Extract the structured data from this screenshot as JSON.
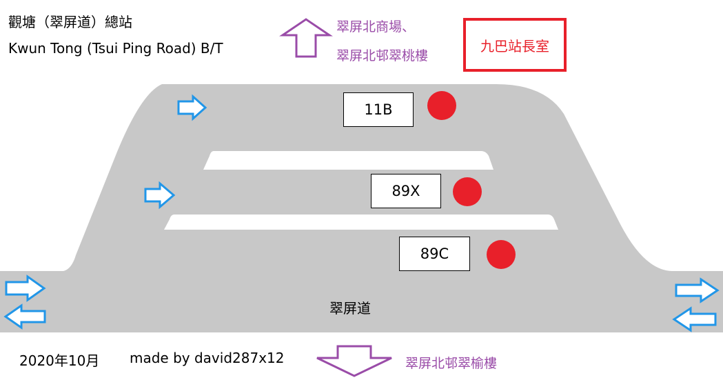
{
  "header": {
    "title_zh": "觀塘（翠屏道）總站",
    "title_en": "Kwun Tong (Tsui Ping Road) B/T"
  },
  "destinations": {
    "north_line1": "翠屏北商場、",
    "north_line2": "翠屏北邨翠桃樓",
    "south": "翠屏北邨翠榆樓"
  },
  "office": {
    "label": "九巴站長室"
  },
  "routes": [
    {
      "label": "11B"
    },
    {
      "label": "89X"
    },
    {
      "label": "89C"
    }
  ],
  "road": {
    "label": "翠屏道"
  },
  "footer": {
    "date": "2020年10月",
    "author": "made by david287x12"
  },
  "colors": {
    "road": "#c8c8c8",
    "flow_arrow": "#2196e8",
    "destination": "#9a4ca8",
    "stop_marker": "#e8202a",
    "office_border": "#e8202a"
  },
  "icons": {
    "flow": "right-arrow-outline-icon",
    "exit": "up-down-arrow-outline-icon",
    "stop": "bus-stop-dot-icon"
  }
}
